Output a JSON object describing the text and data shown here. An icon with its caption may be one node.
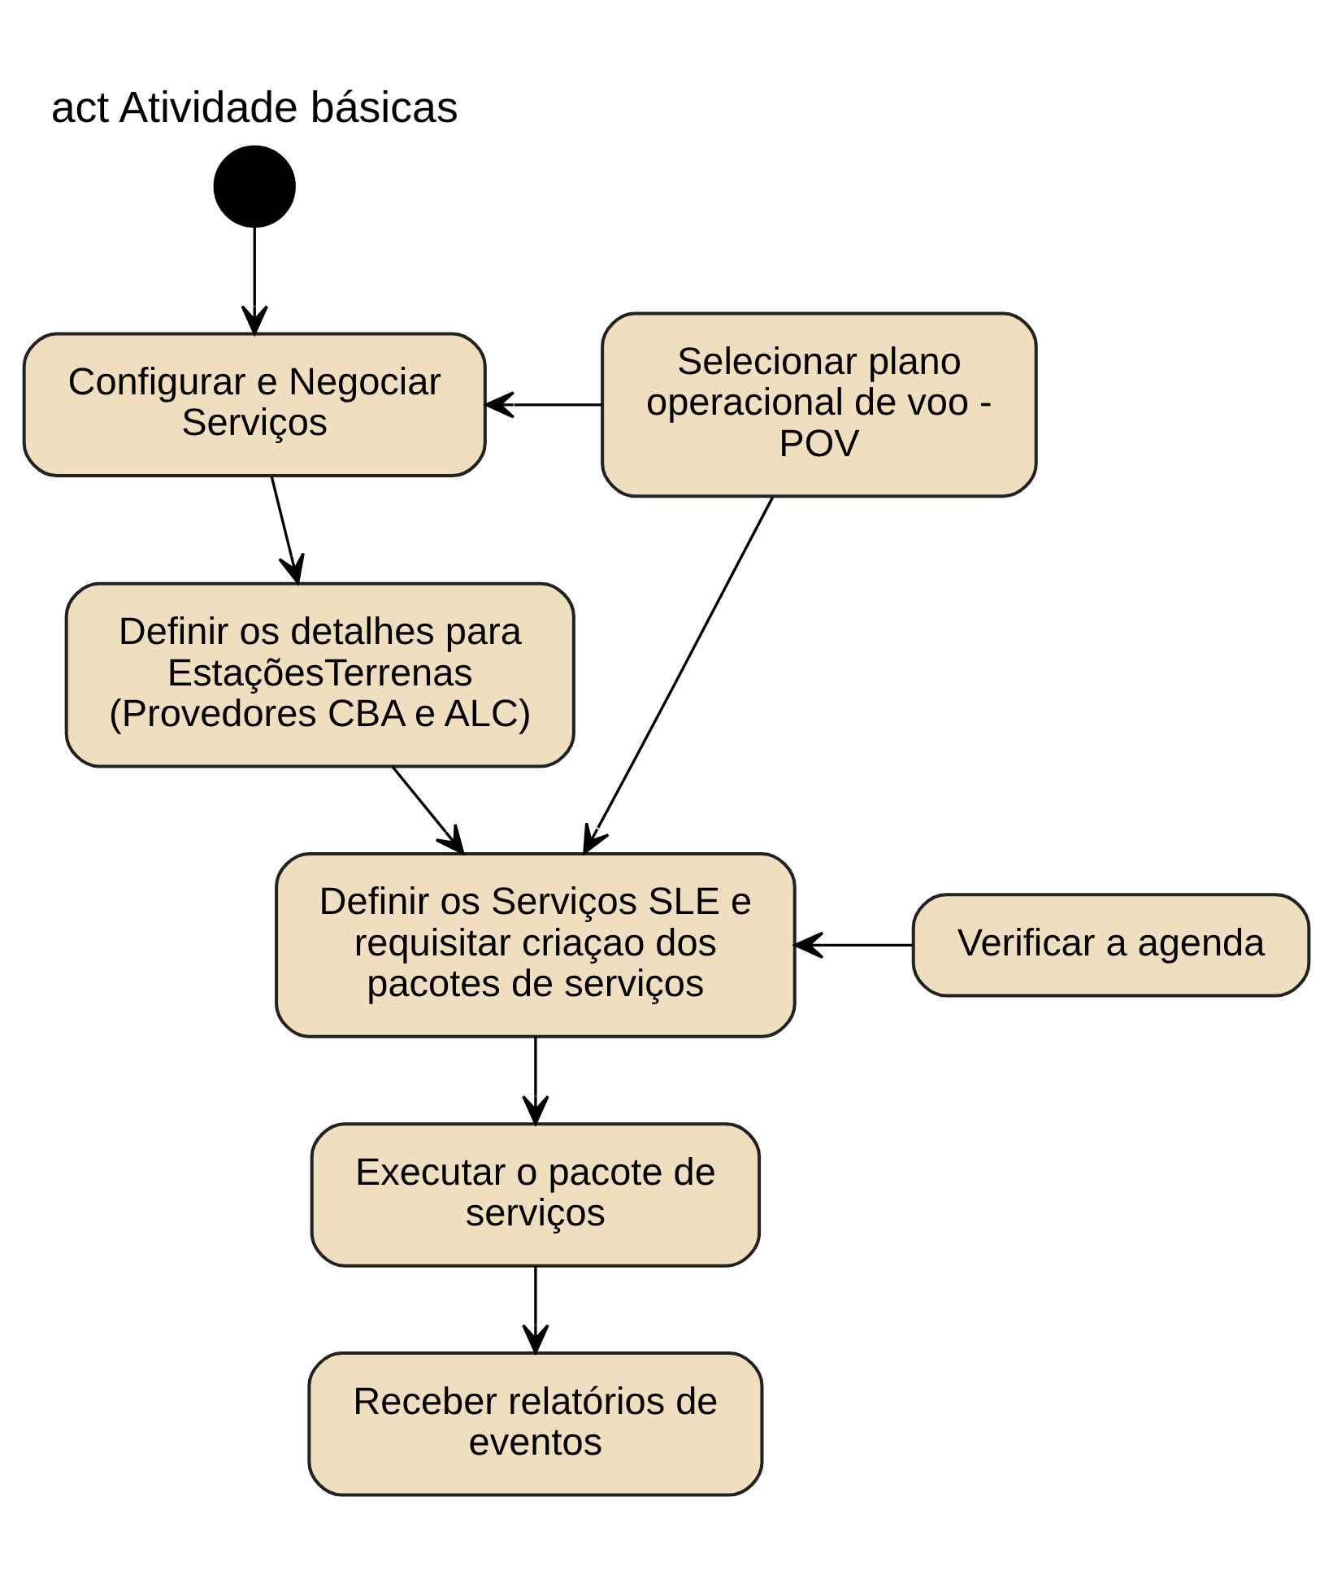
{
  "diagram": {
    "title": "act Atividade básicas",
    "nodes": [
      {
        "text": [],
        "shape": "circle"
      },
      {
        "text": [
          "Configurar e Negociar Serviços"
        ]
      },
      {
        "text": [
          "Selecionar plano operacional de voo - POV"
        ]
      },
      {
        "text": [
          "Definir os detalhes para EstaçõesTerrenas (Provedores CBA e ALC)"
        ]
      },
      {
        "text": [
          "Definir os Serviços SLE e requisitar criaçao dos pacotes de serviços"
        ]
      },
      {
        "text": [
          "Verificar a agenda"
        ]
      },
      {
        "text": [
          "Executar o pacote de serviços"
        ]
      },
      {
        "text": [
          "Receber relatórios de eventos"
        ]
      }
    ],
    "edges": [
      {
        "from": 0,
        "to": 1,
        "arrow": "to"
      },
      {
        "from": 2,
        "to": 1,
        "arrow": "to"
      },
      {
        "from": 1,
        "to": 3,
        "arrow": "to"
      },
      {
        "from": 2,
        "to": 4,
        "arrow": "to"
      },
      {
        "from": 3,
        "to": 4,
        "arrow": "to"
      },
      {
        "from": 5,
        "to": 4,
        "arrow": "to"
      },
      {
        "from": 4,
        "to": 6,
        "arrow": "to"
      },
      {
        "from": 6,
        "to": 7,
        "arrow": "to"
      }
    ]
  }
}
